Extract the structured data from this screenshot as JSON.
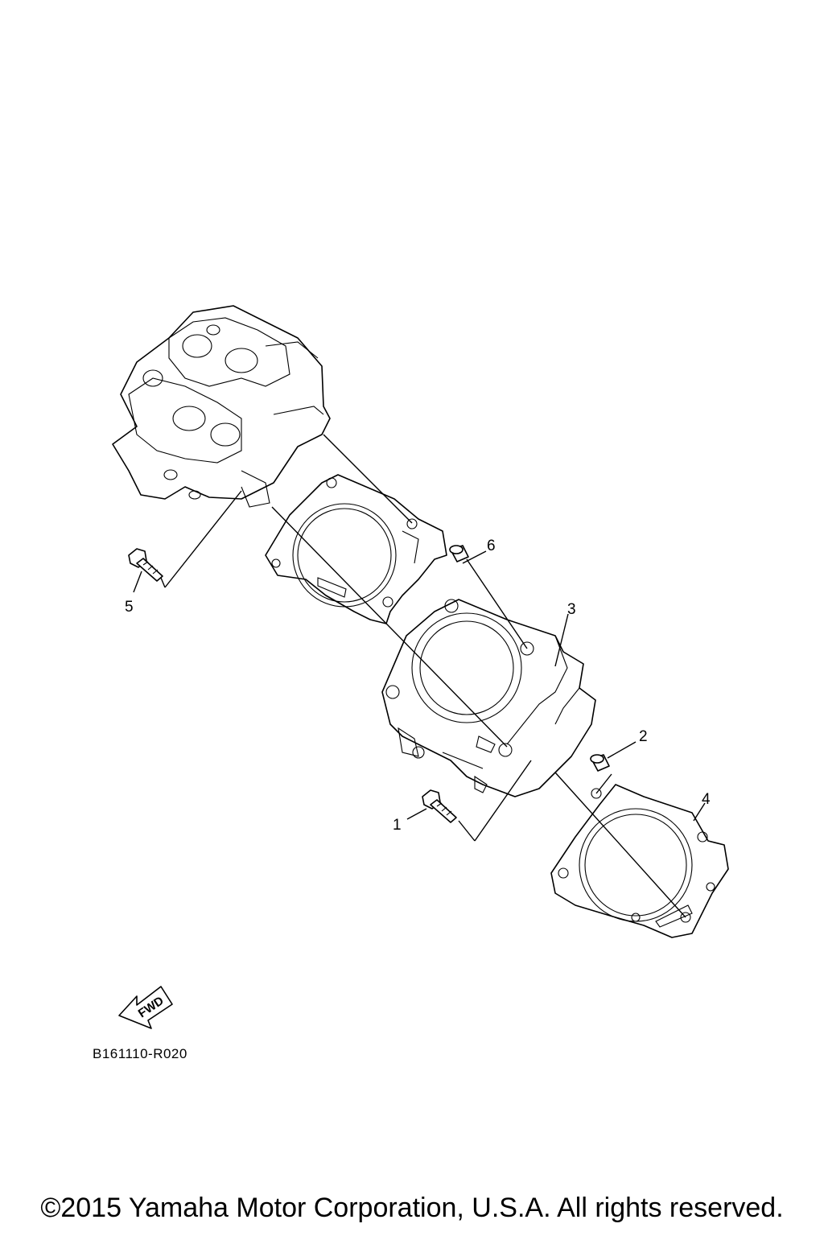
{
  "callouts": [
    {
      "id": "1",
      "label": "1"
    },
    {
      "id": "2",
      "label": "2"
    },
    {
      "id": "3",
      "label": "3"
    },
    {
      "id": "4",
      "label": "4"
    },
    {
      "id": "5",
      "label": "5"
    },
    {
      "id": "6",
      "label": "6"
    }
  ],
  "fwd_label": "FWD",
  "diagram_code": "B161110-R020",
  "copyright": "©2015 Yamaha Motor Corporation, U.S.A. All rights reserved.",
  "icons": [
    "fwd-arrow-icon"
  ]
}
